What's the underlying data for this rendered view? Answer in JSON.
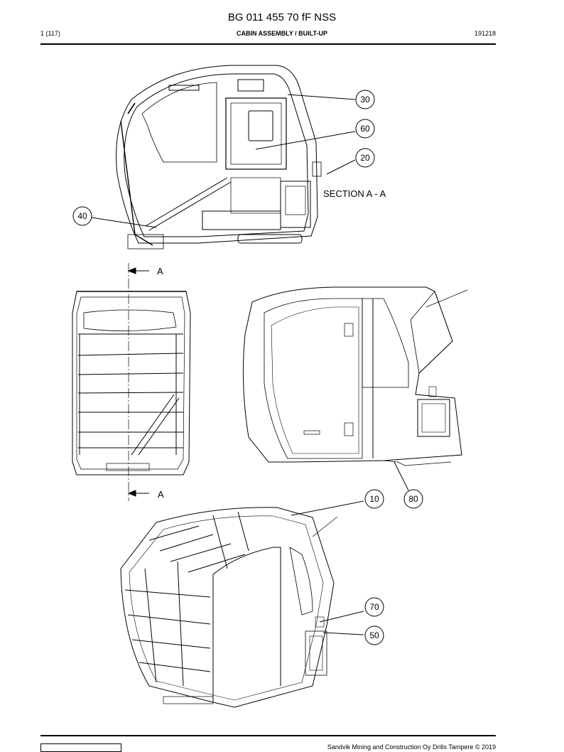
{
  "header": {
    "title": "BG 011 455 70 fF NSS",
    "page": "1 (117)",
    "subtitle": "CABIN ASSEMBLY / BUILT-UP",
    "date": "191218"
  },
  "drawing": {
    "section_label": "SECTION A - A",
    "cut_label_top": "A",
    "cut_label_bottom": "A",
    "callouts": [
      "30",
      "60",
      "20",
      "40",
      "10",
      "80",
      "70",
      "50"
    ]
  },
  "footer": {
    "copyright": "Sandvik Mining and Construction Oy Drills Tampere © 2019"
  }
}
